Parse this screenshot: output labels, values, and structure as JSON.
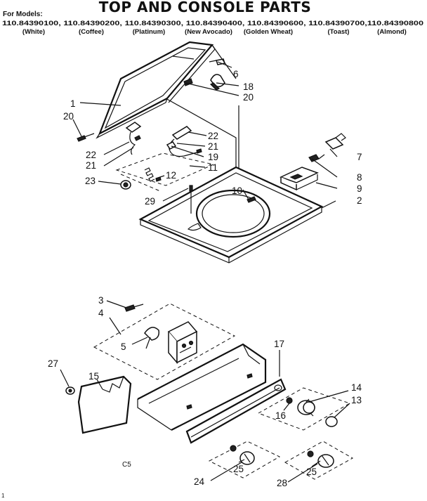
{
  "title": "TOP AND CONSOLE PARTS",
  "models_label": "For Models:",
  "model_numbers": "110.84390100, 110.84390200, 110.84390300, 110.84390400, 110.84390600, 110.84390700,110.84390800",
  "colors": [
    "(White)",
    "(Coffee)",
    "(Platinum)",
    "(New Avocado)",
    "(Golden Wheat)",
    "(Toast)",
    "(Almond)"
  ],
  "callouts": {
    "c1": "1",
    "c20a": "20",
    "c6": "6",
    "c18": "18",
    "c20b": "20",
    "c22a": "22",
    "c21a": "21",
    "c22b": "22",
    "c21b": "21",
    "c19": "19",
    "c11": "11",
    "c12": "12",
    "c23": "23",
    "c29": "29",
    "c10": "10",
    "c7": "7",
    "c8": "8",
    "c9": "9",
    "c2": "2",
    "c3": "3",
    "c4": "4",
    "c5": "5",
    "c17": "17",
    "c27": "27",
    "c15": "15",
    "c14": "14",
    "c13": "13",
    "c16": "16",
    "c25a": "25",
    "c25b": "25",
    "c24": "24",
    "c28": "28"
  },
  "footer_code": "C5",
  "corner_mark": "1"
}
